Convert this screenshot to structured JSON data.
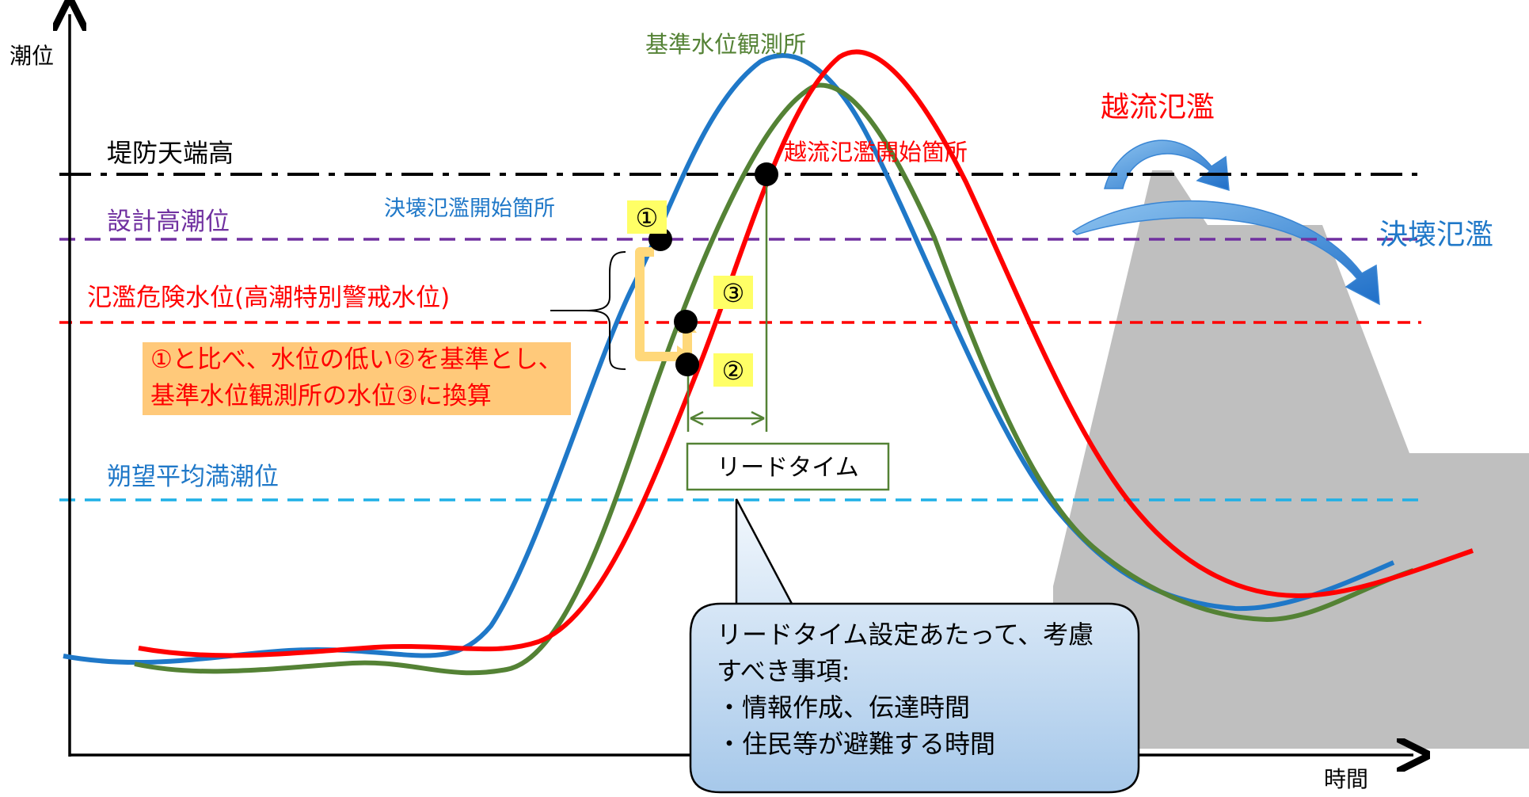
{
  "axes": {
    "y_label": "潮位",
    "x_label": "時間"
  },
  "levels": {
    "levee_crown": "堤防天端高",
    "design_high_tide": "設計高潮位",
    "flood_danger": "氾濫危険水位(高潮特別警戒水位)",
    "mean_spring_high": "朔望平均満潮位"
  },
  "labels": {
    "reference_station": "基準水位観測所",
    "overflow_start": "越流氾濫開始箇所",
    "breach_start": "決壊氾濫開始箇所",
    "overflow_flood": "越流氾濫",
    "breach_flood": "決壊氾濫",
    "lead_time": "リードタイム"
  },
  "markers": {
    "m1": "①",
    "m2": "②",
    "m3": "③"
  },
  "note": {
    "line1": "①と比べ、水位の低い②を基準とし、",
    "line2": "基準水位観測所の水位③に換算"
  },
  "callout": {
    "line1": "リードタイム設定あたって、考慮",
    "line2": "すべき事項:",
    "line3": "・情報作成、伝達時間",
    "line4": "・住民等が避難する時間"
  },
  "colors": {
    "blue_curve": "#1f78c8",
    "green_curve": "#548235",
    "red_curve": "#ff0000",
    "levee": "#bfbfbf",
    "purple": "#7030a0",
    "cyan": "#1fb0e6",
    "marker_bg": "#ffff66",
    "note_bg": "#ffc97a"
  }
}
